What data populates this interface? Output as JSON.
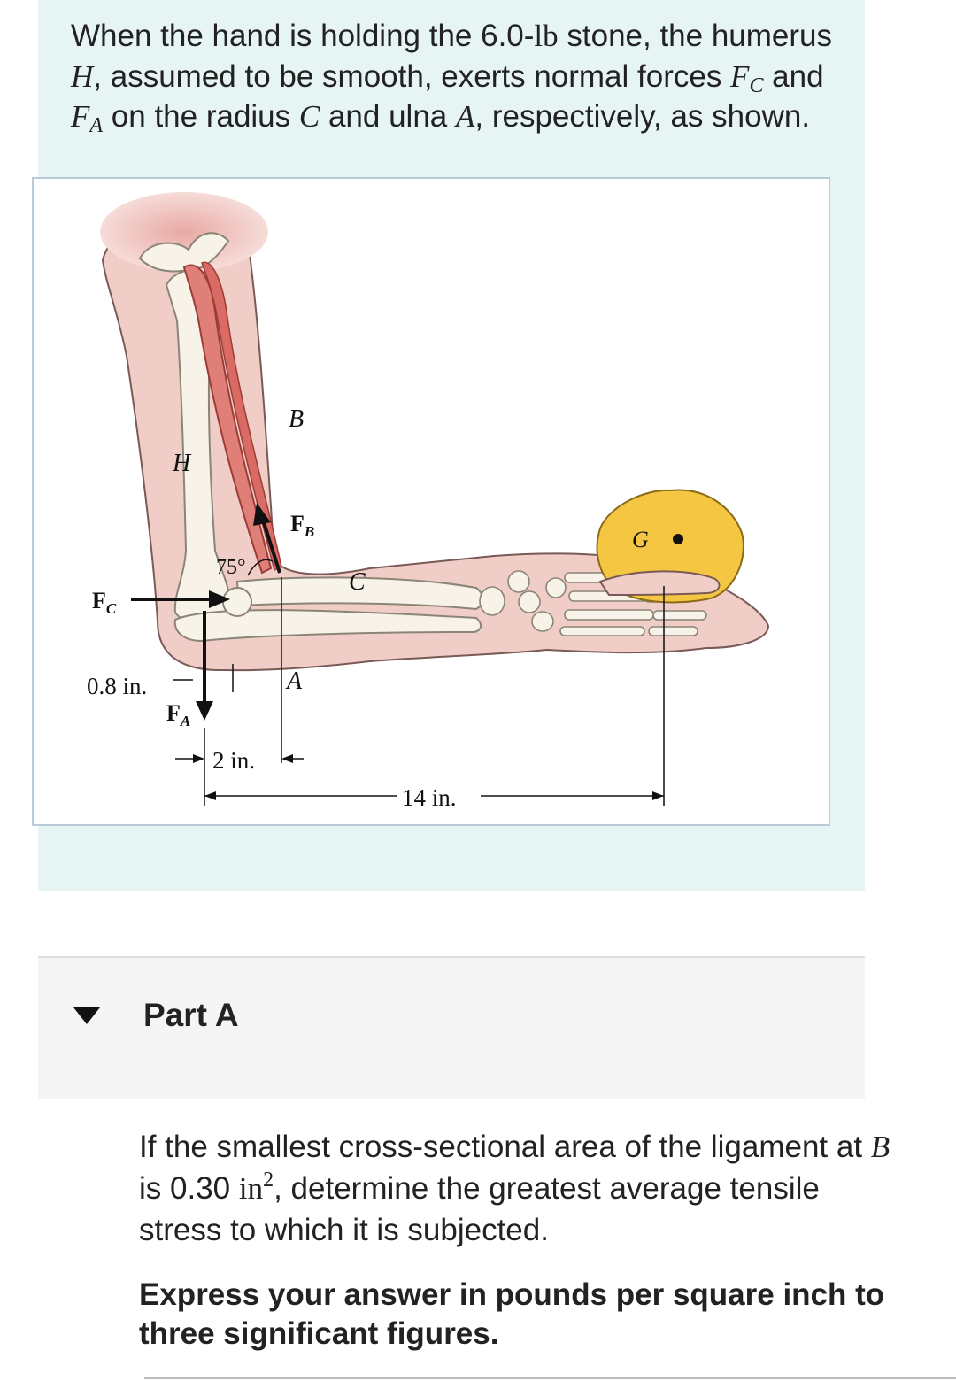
{
  "problem": {
    "intro_p1": "When the hand is holding the ",
    "weight": "6.0",
    "weight_sep": "-",
    "weight_unit": "lb",
    "intro_p2": " stone, the humerus ",
    "humerus_symbol": "H",
    "intro_p3": ", assumed to be smooth, exerts normal forces ",
    "fc_symbol": "F",
    "fc_sub": "C",
    "intro_p4": " and ",
    "fa_symbol": "F",
    "fa_sub": "A",
    "intro_p5": " on the radius ",
    "radius_symbol": "C",
    "intro_p6": " and ulna ",
    "ulna_symbol": "A",
    "intro_p7": ", respectively, as shown."
  },
  "figure": {
    "labels": {
      "h": "H",
      "b": "B",
      "fb": "F",
      "fb_sub": "B",
      "c": "C",
      "a": "A",
      "fc": "F",
      "fc_sub": "C",
      "fa": "F",
      "fa_sub": "A",
      "g": "G",
      "angle": "75°",
      "dim_08": "0.8 in.",
      "dim_2": "2 in.",
      "dim_14": "14 in."
    }
  },
  "part_a": {
    "title": "Part A",
    "question_p1": "If the smallest cross-sectional area of the ligament at ",
    "ligament_symbol": "B",
    "question_p2": " is ",
    "area_value": "0.30",
    "area_unit": "in",
    "area_exp": "2",
    "question_p3": ", determine the greatest average tensile stress to which it is subjected.",
    "instruction": "Express your answer in pounds per square inch to three significant figures."
  }
}
